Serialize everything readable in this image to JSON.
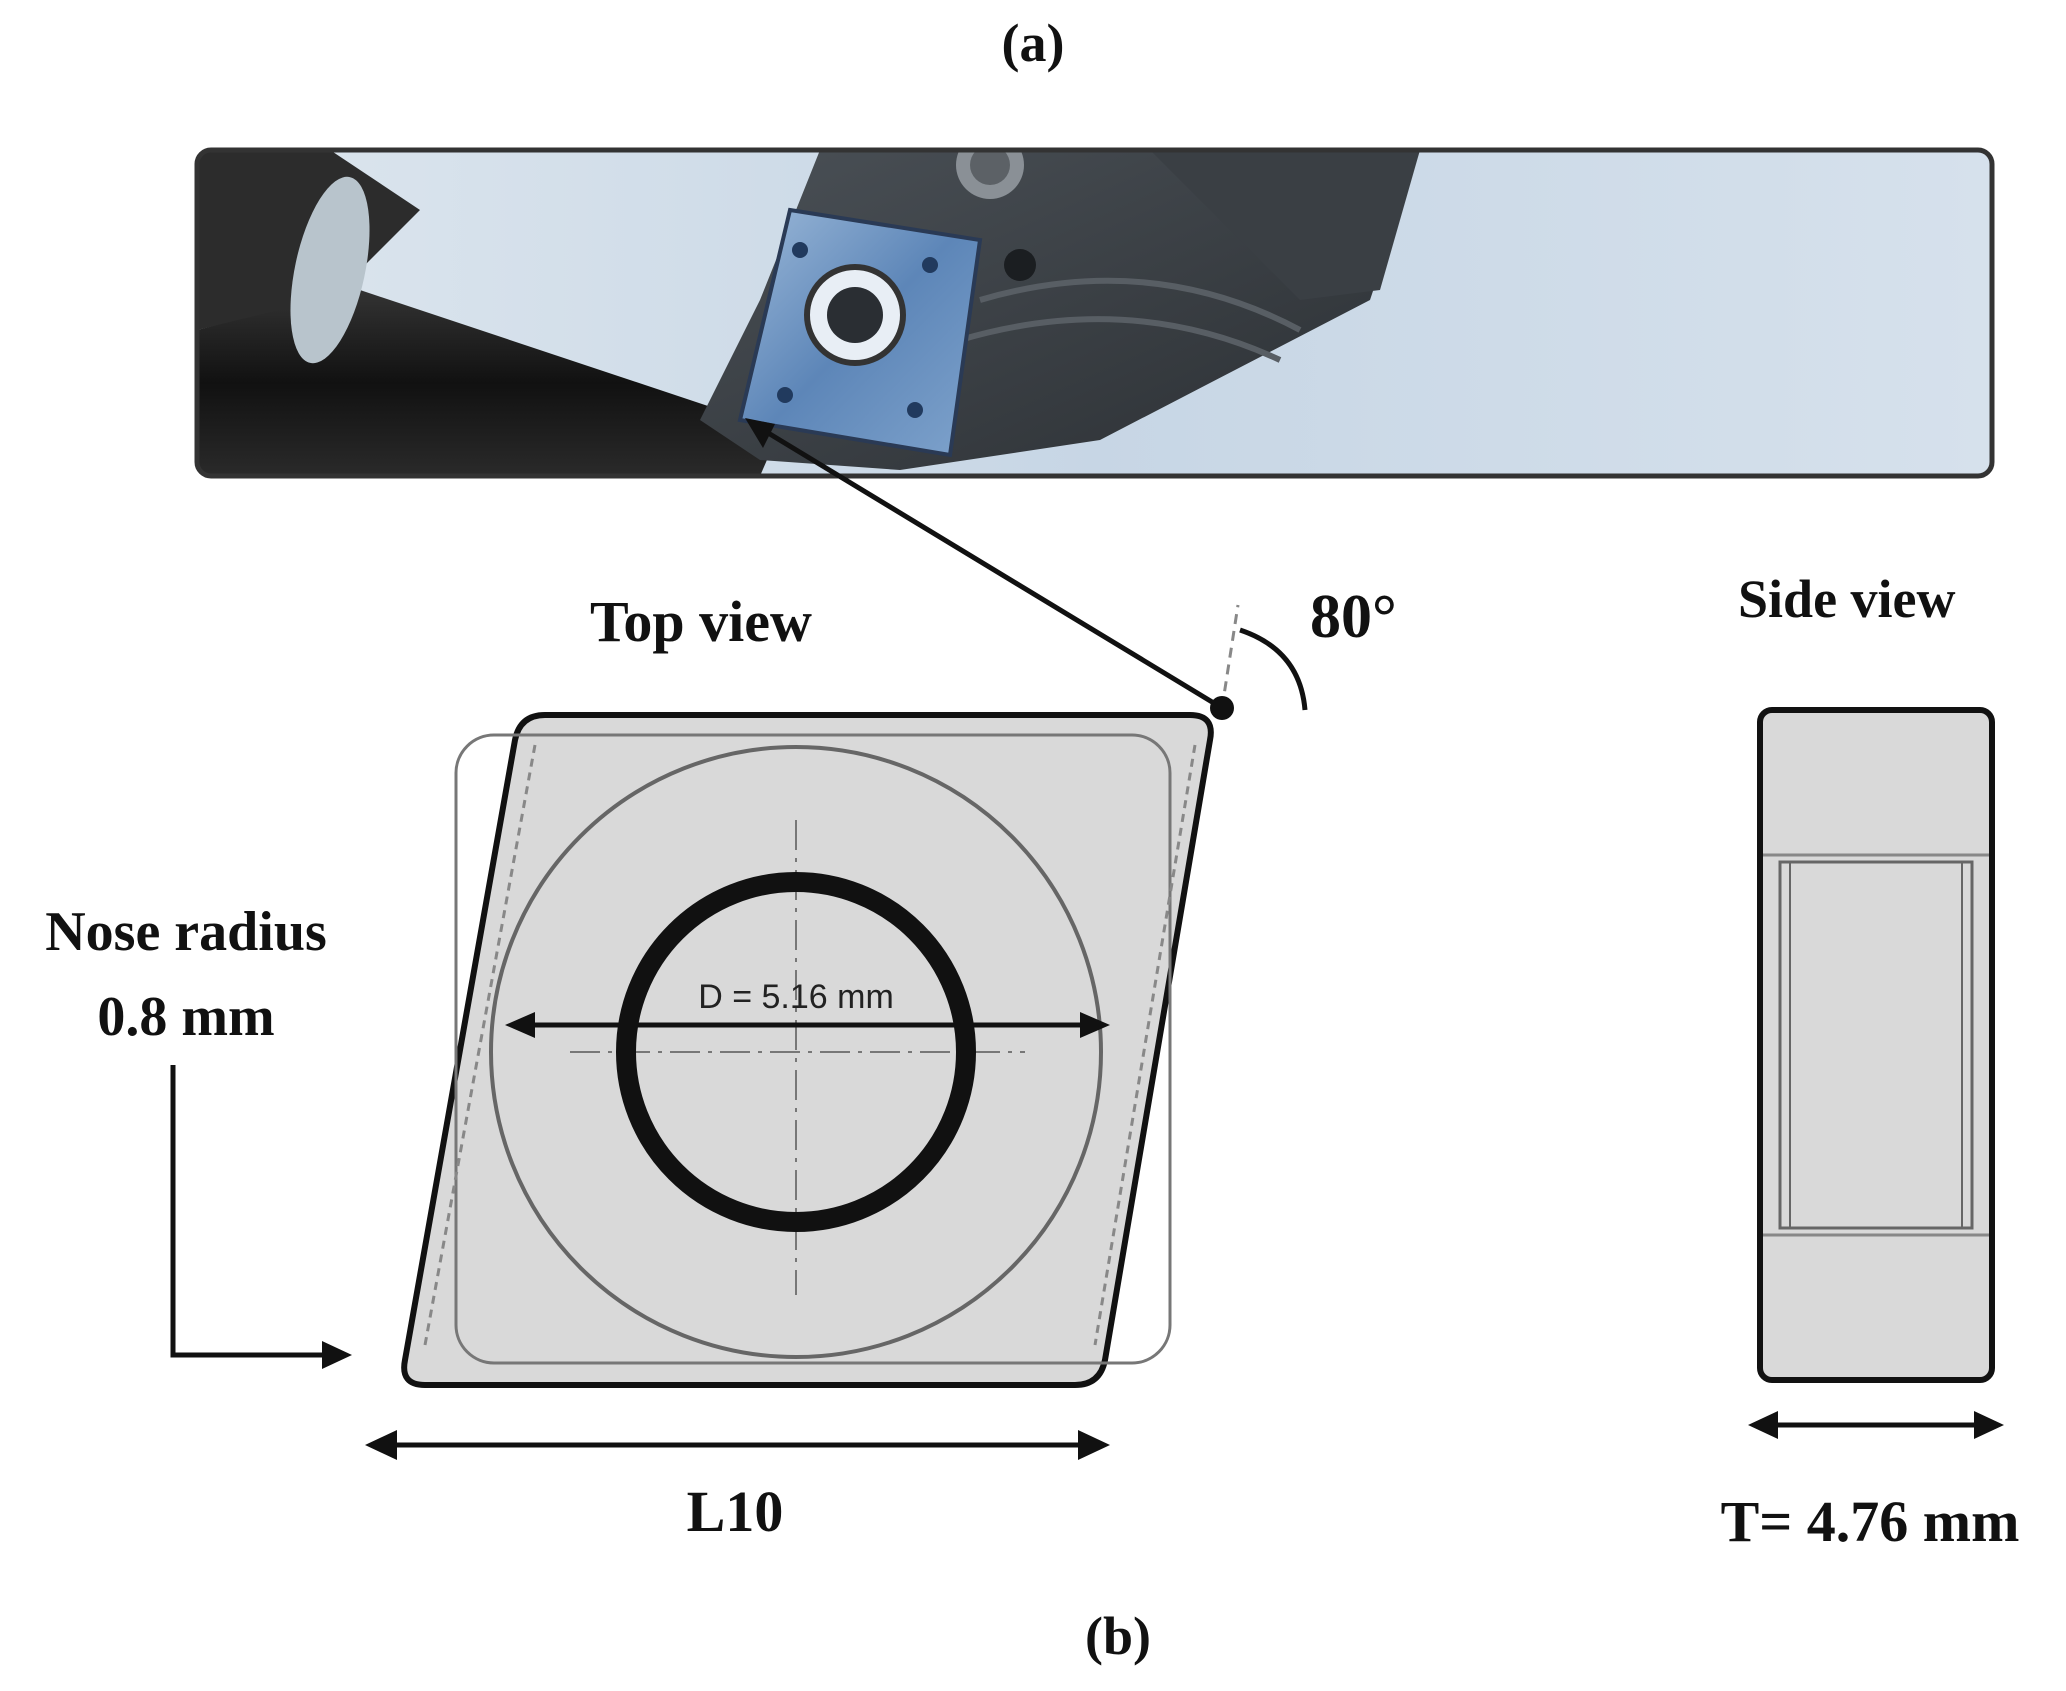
{
  "labels": {
    "panel_a": "(a)",
    "panel_b": "(b)",
    "top_view": "Top view",
    "side_view": "Side view",
    "angle": "80°",
    "nose_radius_line1": "Nose radius",
    "nose_radius_line2": "0.8 mm",
    "hole_diameter": "D = 5.16 mm",
    "length": "L10",
    "thickness": "T= 4.76 mm"
  },
  "colors": {
    "insert_fill": "#d9d9d9",
    "outline": "#111111",
    "photo_background": "#c9d8e6",
    "holder_dark": "#3c4146",
    "insert_photo_blue": "#6f97c4"
  }
}
